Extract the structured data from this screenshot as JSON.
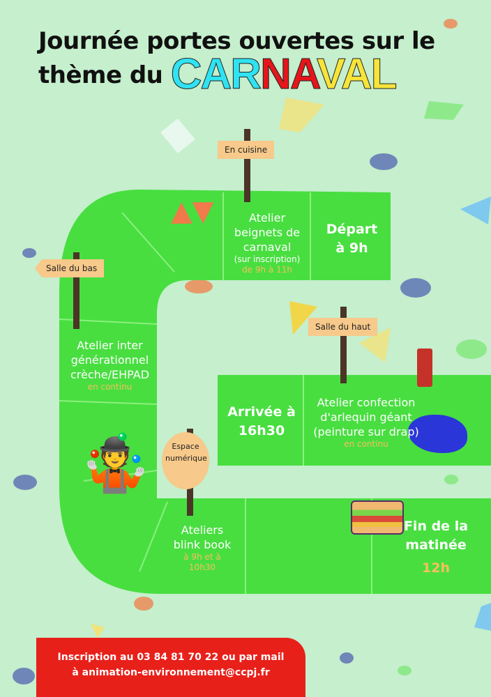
{
  "title": {
    "line1": "Journée portes ouvertes sur le",
    "line2": "thème du",
    "carnaval_letters": [
      "C",
      "A",
      "R",
      "N",
      "A",
      "V",
      "A",
      "L"
    ],
    "carnaval_colors": [
      "#2fe3f2",
      "#2fe3f2",
      "#2fe3f2",
      "#e4161b",
      "#e4161b",
      "#f7e43a",
      "#f7e43a",
      "#f7e43a"
    ]
  },
  "colors": {
    "background": "#c5efcd",
    "road": "#48de40",
    "footer": "#e8201a",
    "highlight": "#f5c05a"
  },
  "signs": {
    "cuisine": "En cuisine",
    "bas": "Salle du bas",
    "haut": "Salle du haut",
    "numerique": "Espace numérique"
  },
  "steps": {
    "depart": {
      "line1": "Départ",
      "line2": "à 9h"
    },
    "beignets": {
      "line1": "Atelier",
      "line2": "beignets de",
      "line3": "carnaval",
      "note": "(sur inscription)",
      "time": "de 9h à 11h"
    },
    "intergen": {
      "line1": "Atelier inter",
      "line2": "générationnel",
      "line3": "crèche/EHPAD",
      "time": "en continu"
    },
    "arrivee": {
      "line1": "Arrivée à",
      "line2": "16h30"
    },
    "arlequin": {
      "line1": "Atelier confection",
      "line2": "d'arlequin géant",
      "line3": "(peinture sur drap)",
      "time": "en continu"
    },
    "blink": {
      "line1": "Ateliers",
      "line2": "blink book",
      "time1": "à 9h et à",
      "time2": "10h30"
    },
    "fin": {
      "line1": "Fin de la",
      "line2": "matinée",
      "time": "12h"
    }
  },
  "footer": {
    "line1": "Inscription au 03 84 81 70 22 ou par mail",
    "line2": "à animation-environnement@ccpj.fr"
  }
}
